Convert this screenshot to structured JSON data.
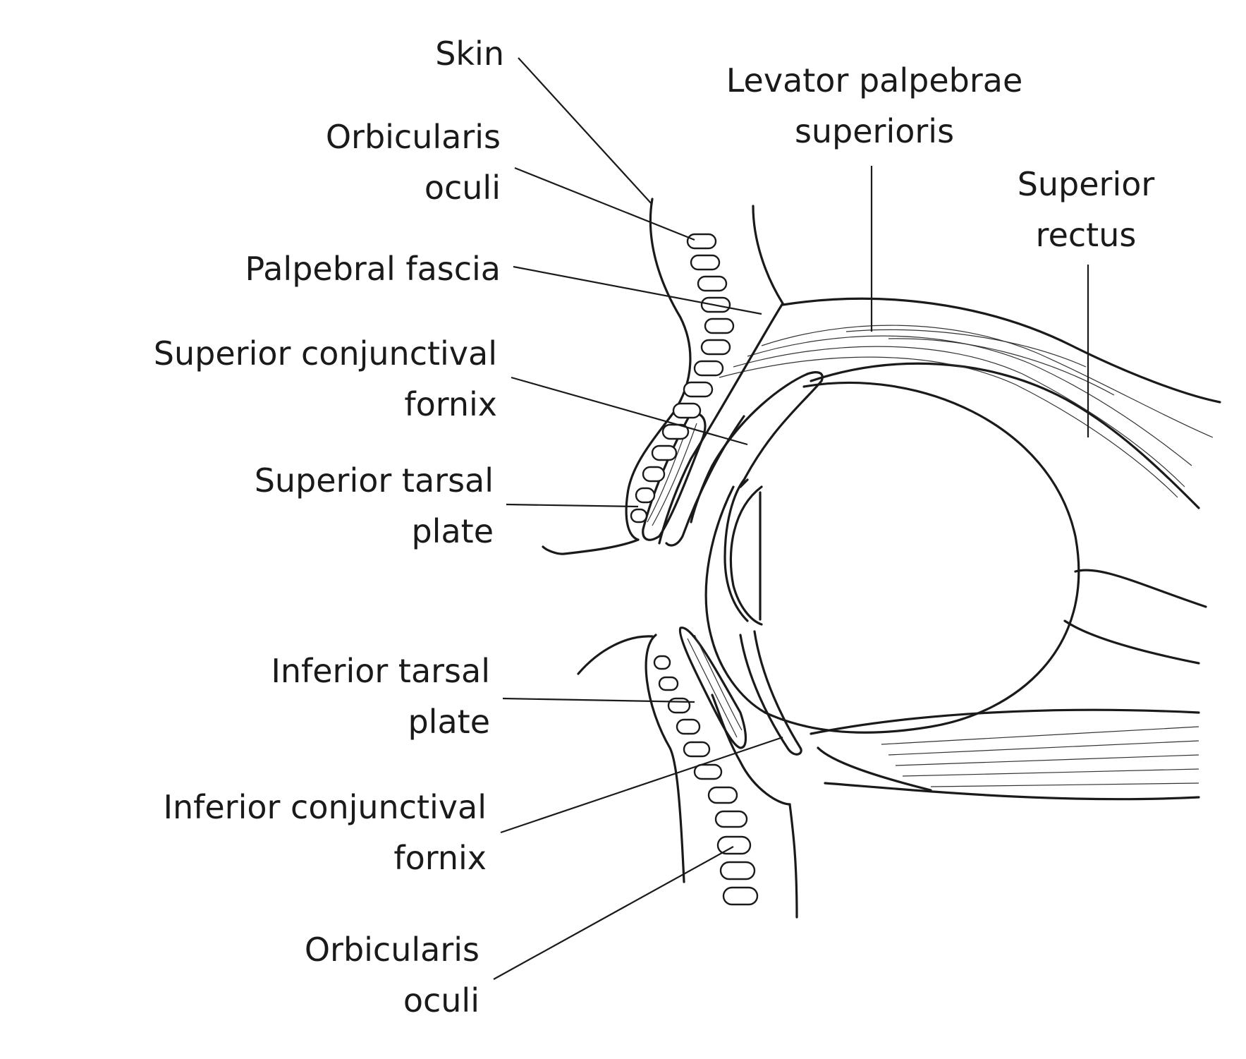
{
  "labels": {
    "skin": "Skin",
    "orbicularis_oculi_upper": [
      "Orbicularis",
      "oculi"
    ],
    "palpebral_fascia": "Palpebral fascia",
    "superior_conjunctival_fornix": [
      "Superior conjunctival",
      "fornix"
    ],
    "superior_tarsal_plate": [
      "Superior tarsal",
      "plate"
    ],
    "levator_palpebrae_superioris": [
      "Levator palpebrae",
      "superioris"
    ],
    "superior_rectus": [
      "Superior",
      "rectus"
    ],
    "inferior_tarsal_plate": [
      "Inferior tarsal",
      "plate"
    ],
    "inferior_conjunctival_fornix": [
      "Inferior conjunctival",
      "fornix"
    ],
    "orbicularis_oculi_lower": [
      "Orbicularis",
      "oculi"
    ]
  },
  "colors": {
    "ink": "#1a1a1a",
    "background": "#ffffff"
  }
}
